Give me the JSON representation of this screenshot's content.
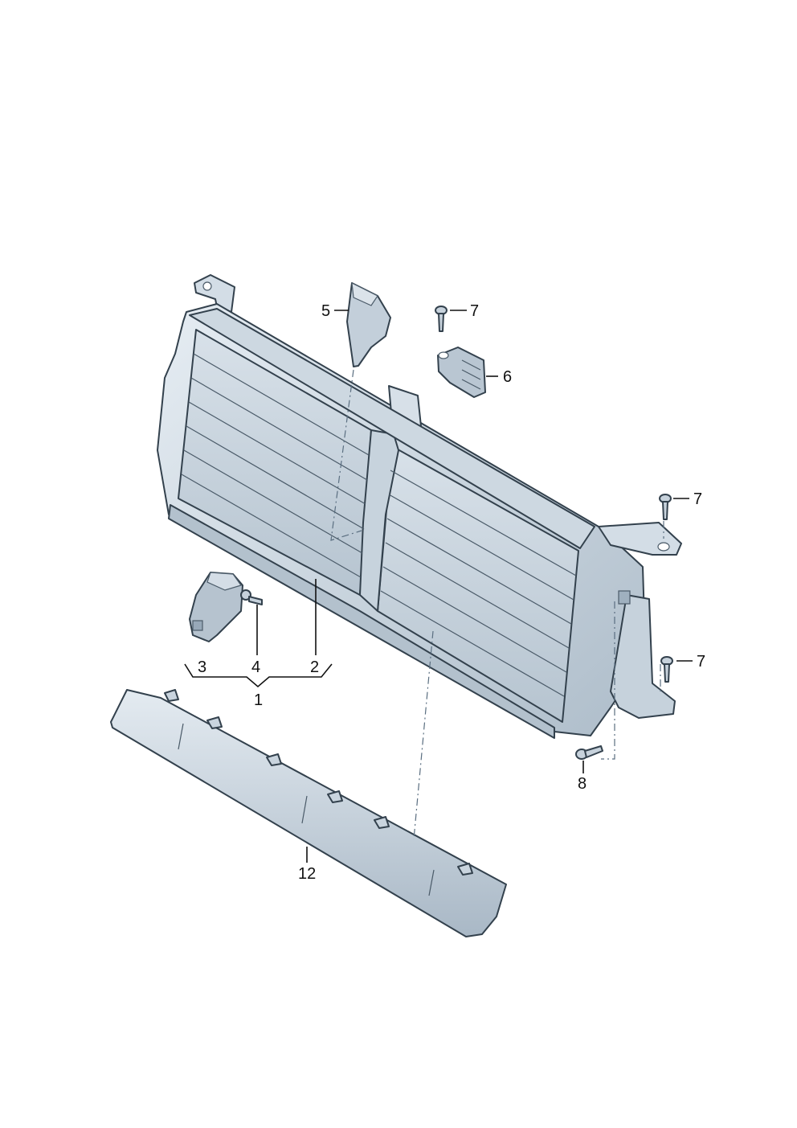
{
  "callouts": {
    "c1": "1",
    "c2": "2",
    "c3": "3",
    "c4": "4",
    "c5": "5",
    "c6": "6",
    "c7a": "7",
    "c7b": "7",
    "c7c": "7",
    "c8": "8",
    "c12": "12"
  },
  "colors": {
    "part_fill_light": "#dde6ee",
    "part_fill_mid": "#bfcbd6",
    "part_fill_dark": "#8fa0b0",
    "outline": "#33414d"
  }
}
